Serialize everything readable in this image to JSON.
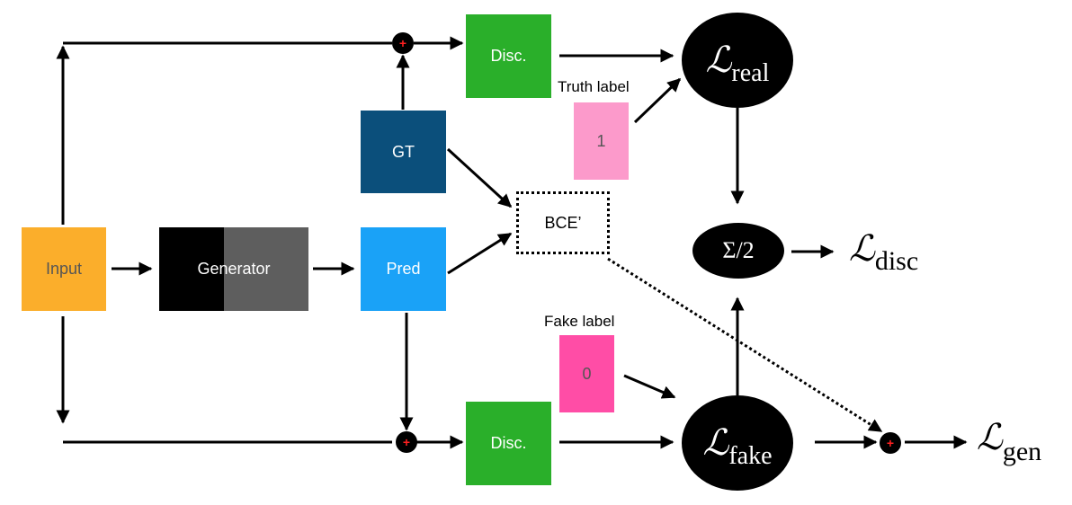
{
  "nodes": {
    "input": "Input",
    "generator": "Generator",
    "gt": "GT",
    "pred": "Pred",
    "disc_top": "Disc.",
    "disc_bottom": "Disc.",
    "bce": "BCE’",
    "truth_value": "1",
    "fake_value": "0"
  },
  "labels": {
    "truth_label": "Truth label",
    "fake_label": "Fake label"
  },
  "losses": {
    "real": {
      "symbol": "ℒ",
      "sub": "real"
    },
    "fake": {
      "symbol": "ℒ",
      "sub": "fake"
    },
    "avg": "Σ/2",
    "disc": {
      "symbol": "ℒ",
      "sub": "disc"
    },
    "gen": {
      "symbol": "ℒ",
      "sub": "gen"
    }
  },
  "sum_symbol": "+",
  "colors": {
    "input": "#FBAE2B",
    "generator_dark": "#000000",
    "generator_light": "#5E5E5E",
    "gt": "#0B4F7B",
    "pred": "#1AA2F7",
    "disc": "#2AAF2A",
    "truth": "#FC9ACB",
    "fake": "#FF4DA6",
    "plus": "#FF2020"
  }
}
